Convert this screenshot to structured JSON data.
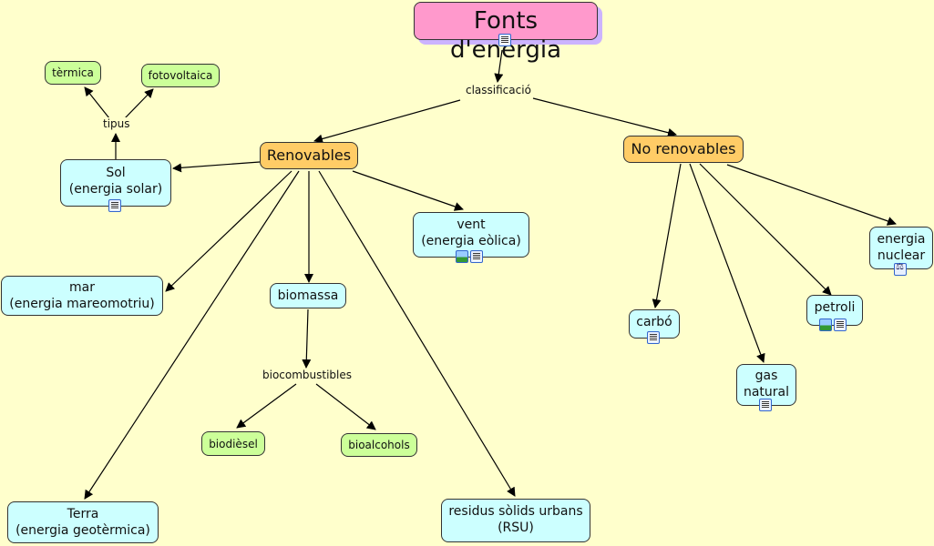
{
  "title": "Fonts d'energia",
  "linking_phrases": {
    "classificacio": "classificació",
    "tipus": "tipus",
    "biocombustibles": "biocombustibles"
  },
  "nodes": {
    "renovables": "Renovables",
    "no_renovables": "No renovables",
    "sol": [
      "Sol",
      "(energia solar)"
    ],
    "termica": "tèrmica",
    "fotovoltaica": "fotovoltaica",
    "vent": [
      "vent",
      "(energia eòlica)"
    ],
    "mar": [
      "mar",
      "(energia mareomotriu)"
    ],
    "biomassa": "biomassa",
    "biodiesel": "biodièsel",
    "bioalcohols": "bioalcohols",
    "terra": [
      "Terra",
      "(energia geotèrmica)"
    ],
    "rsu": [
      "residus sòlids urbans",
      "(RSU)"
    ],
    "carbo": "carbó",
    "gas_natural": [
      "gas",
      "natural"
    ],
    "petroli": "petroli",
    "energia_nuclear": [
      "energia",
      "nuclear"
    ]
  },
  "resource_icons": {
    "title": [
      "document-icon"
    ],
    "sol": [
      "document-icon"
    ],
    "vent": [
      "image-icon",
      "document-icon"
    ],
    "carbo": [
      "document-icon"
    ],
    "gas_natural": [
      "document-icon"
    ],
    "petroli": [
      "image-icon",
      "document-icon"
    ],
    "energia_nuclear": [
      "concept-map-icon"
    ]
  },
  "colors": {
    "background": "#ffffcc",
    "root": "#ff99cc",
    "category": "#ffcc66",
    "concept": "#ccffff",
    "subtype": "#ccff99"
  }
}
